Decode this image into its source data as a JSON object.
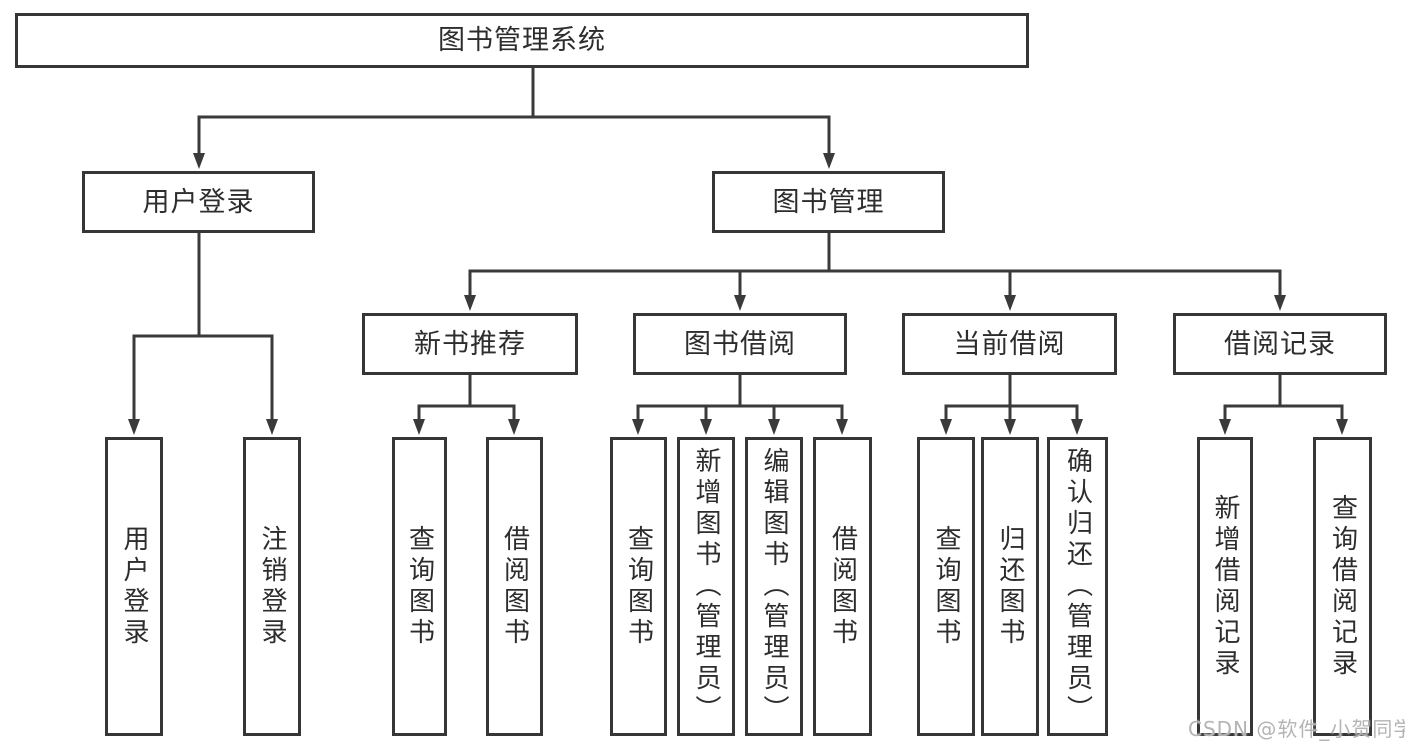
{
  "colors": {
    "background": "#ffffff",
    "line": "#3a3a3a",
    "box_border": "#363636",
    "text": "#2d2d2d",
    "watermark": "#b4b4b4"
  },
  "diagram": {
    "root": {
      "label": "图书管理系统"
    },
    "branches": [
      {
        "label": "用户登录",
        "children_labels": [
          "用户登录",
          "注销登录"
        ]
      },
      {
        "label": "图书管理",
        "groups": [
          {
            "label": "新书推荐",
            "leaves": [
              "查询图书",
              "借阅图书"
            ]
          },
          {
            "label": "图书借阅",
            "leaves": [
              "查询图书",
              "新增图书（管理员）",
              "编辑图书（管理员）",
              "借阅图书"
            ]
          },
          {
            "label": "当前借阅",
            "leaves": [
              "查询图书",
              "归还图书",
              "确认归还（管理员）"
            ]
          },
          {
            "label": "借阅记录",
            "leaves": [
              "新增借阅记录",
              "查询借阅记录"
            ]
          }
        ]
      }
    ]
  },
  "watermark": {
    "text": "CSDN @软件_小贺同学"
  }
}
